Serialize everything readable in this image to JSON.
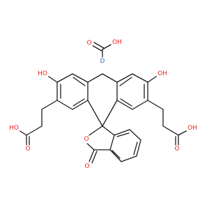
{
  "colors": {
    "bond": "#1a1a1a",
    "oxygen": "#e8231f",
    "deuterium": "#2f6fd6",
    "background": "#ffffff"
  },
  "labels": {
    "formic_o": "O",
    "formic_oh": "OH",
    "formic_d": "D",
    "phenol_left": "HO",
    "phenol_right": "OH",
    "acid_left_oh": "HO",
    "acid_left_o": "O",
    "acid_right_oh": "OH",
    "acid_right_o": "O",
    "lactone_ring_o": "O",
    "lactone_carbonyl_o": "O"
  }
}
